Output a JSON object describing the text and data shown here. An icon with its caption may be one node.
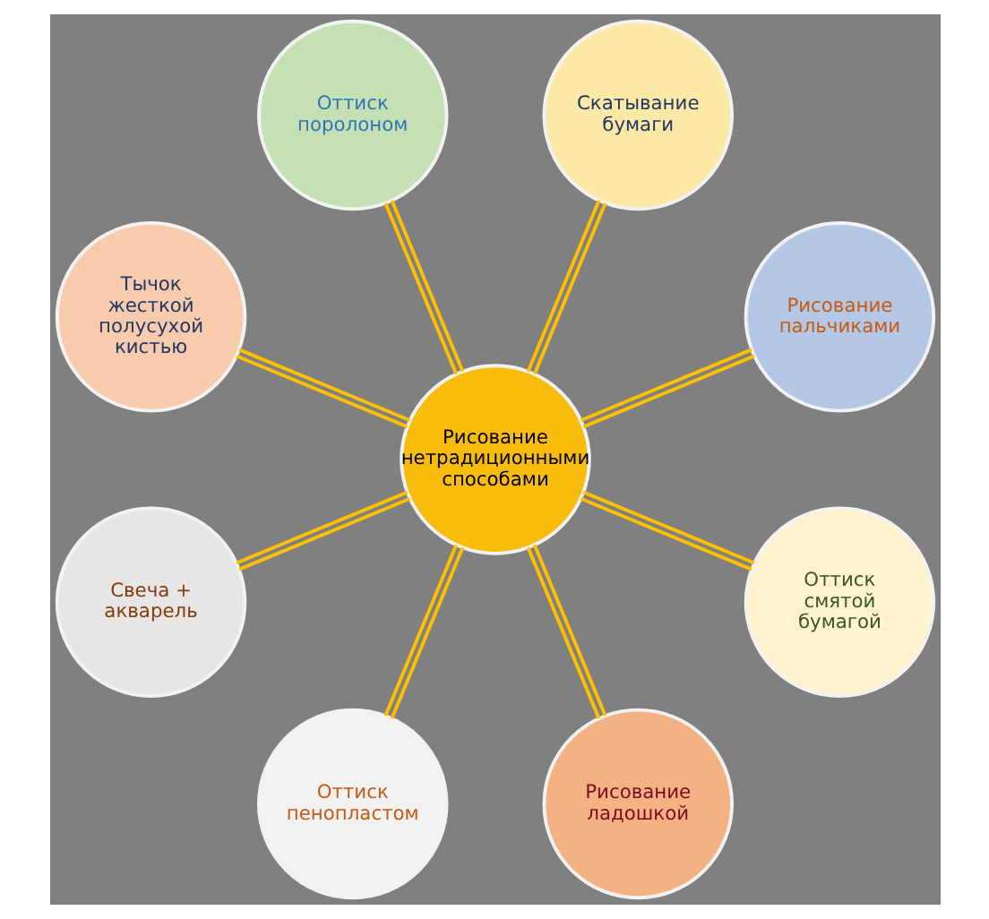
{
  "diagram": {
    "nodes": [
      {
        "text": [
          "Рисование нетрадиционными способами"
        ]
      },
      {
        "text": [
          "Рисование пальчиками"
        ]
      },
      {
        "text": [
          "Скатывание бумаги"
        ]
      },
      {
        "text": [
          "Оттиск поролоном"
        ]
      },
      {
        "text": [
          "Тычок жесткой полусухой кистью"
        ]
      },
      {
        "text": [
          "Свеча + акварель"
        ]
      },
      {
        "text": [
          "Оттиск пенопластом"
        ]
      },
      {
        "text": [
          "Рисование ладошкой"
        ]
      },
      {
        "text": [
          "Оттиск смятой бумагой"
        ]
      }
    ],
    "edges": [
      {
        "from": 0,
        "to": 1,
        "arrow": "none"
      },
      {
        "from": 0,
        "to": 3,
        "arrow": "none"
      },
      {
        "from": 0,
        "to": 5,
        "arrow": "none"
      },
      {
        "from": 0,
        "to": 7,
        "arrow": "none"
      },
      {
        "from": 0,
        "to": 8,
        "arrow": "none"
      },
      {
        "from": 0,
        "to": 6,
        "arrow": "none"
      },
      {
        "from": 0,
        "to": 4,
        "arrow": "none"
      },
      {
        "from": 0,
        "to": 2,
        "arrow": "none"
      }
    ]
  }
}
